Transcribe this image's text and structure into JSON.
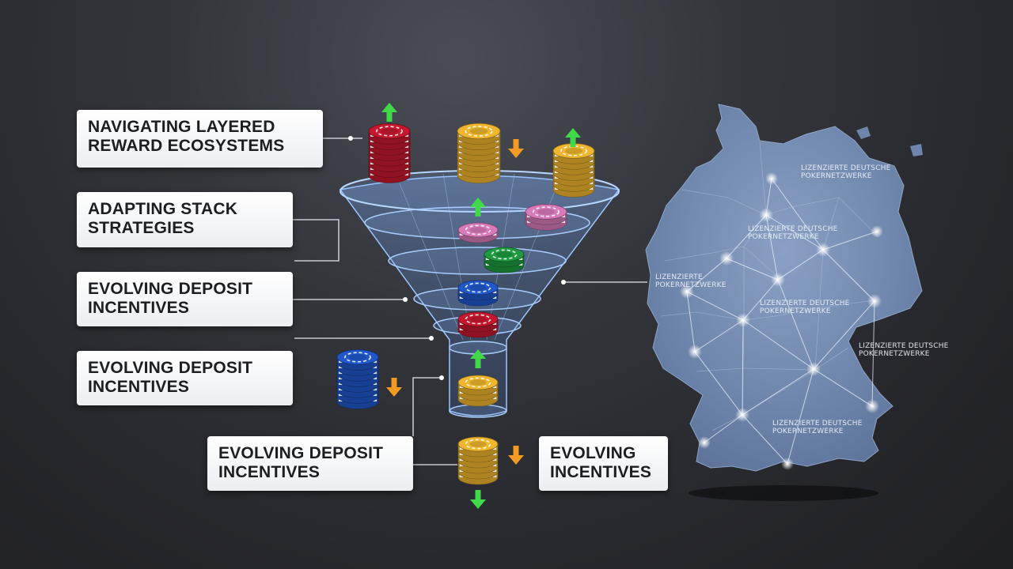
{
  "labels": {
    "l1": {
      "line1": "NAVIGATING LAYERED",
      "line2": "REWARD ECOSYSTEMS"
    },
    "l2": {
      "line1": "ADAPTING STACK",
      "line2": "STRATEGIES"
    },
    "l3": {
      "line1": "EVOLVING DEPOSIT",
      "line2": "INCENTIVES"
    },
    "l4": {
      "line1": "EVOLVING DEPOSIT",
      "line2": "INCENTIVES"
    },
    "l5": {
      "line1": "EVOLVING DEPOSIT",
      "line2": "INCENTIVES"
    },
    "l6": {
      "line1": "EVOLVING",
      "line2": "INCENTIVES"
    }
  },
  "map": {
    "label_top": {
      "line1": "LIZENZIERTE DEUTSCHE",
      "line2": "POKERNETZWERKE"
    },
    "label_upper_mid": {
      "line1": "LIZENZIERTE DEUTSCHE",
      "line2": "POKERNETZWERKE"
    },
    "label_west": {
      "line1": "LIZENZIERTE",
      "line2": "POKERNETZWERKE"
    },
    "label_center": {
      "line1": "LIZENZIERTE DEUTSCHE",
      "line2": "POKERNETZWERKE"
    },
    "label_east": {
      "line1": "LIZENZIERTE DEUTSCHE",
      "line2": "POKERNETZWERKE"
    },
    "label_south": {
      "line1": "LIZENZIERTE DEUTSCHE",
      "line2": "POKERNETZWERKE"
    }
  },
  "colors": {
    "arrow_up": "#3fd94a",
    "arrow_down": "#f29a22",
    "chip_red": "#b3162a",
    "chip_gold": "#d9a52a",
    "chip_blue": "#1d4fb8",
    "chip_green": "#1c8c3a",
    "chip_pink": "#c46fa8",
    "map_fill": "#6f86ac"
  }
}
